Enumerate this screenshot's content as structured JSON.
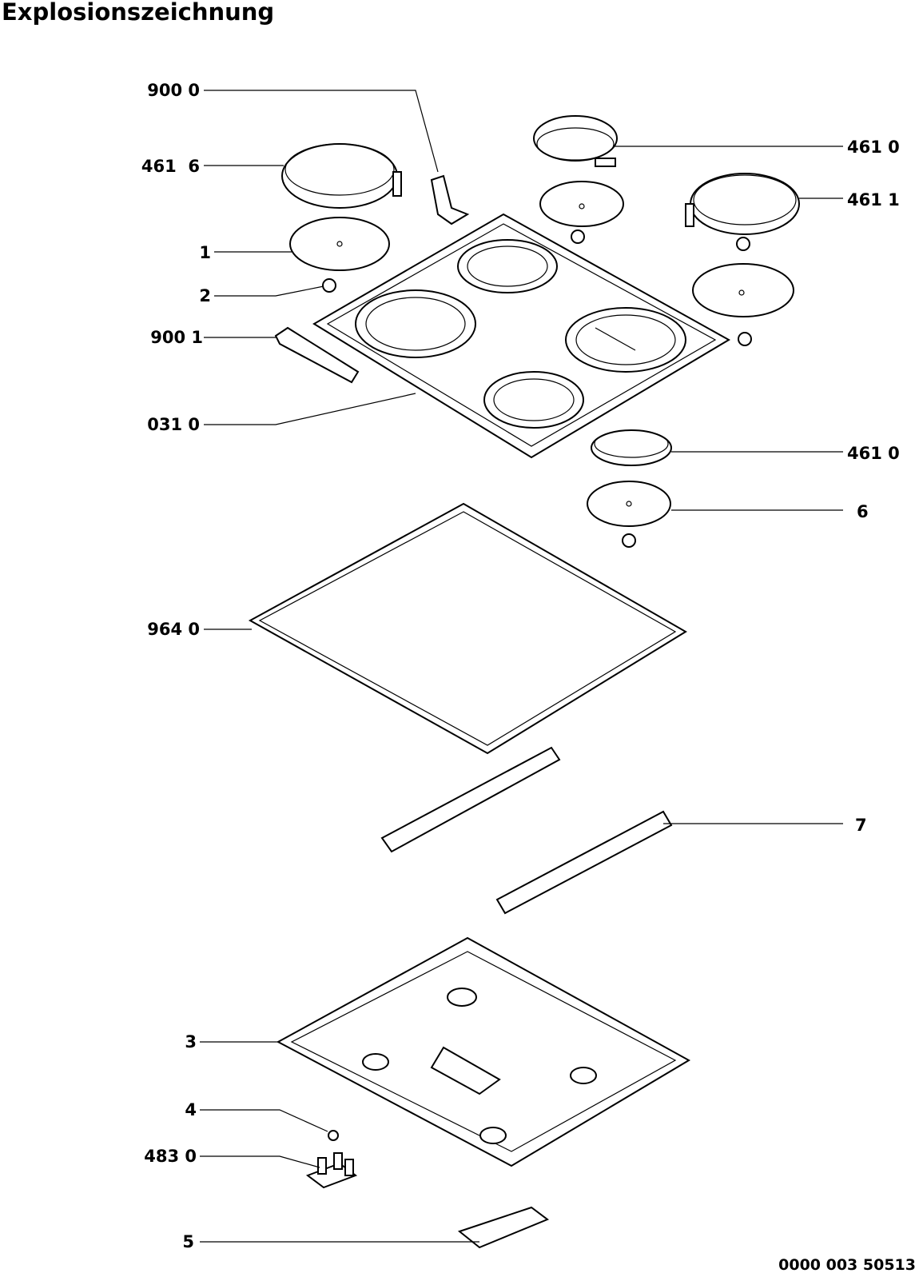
{
  "title": "Explosionszeichnung",
  "labels": {
    "l9000": "900 0",
    "l4616": "461  6",
    "l1": "1",
    "l2": "2",
    "l9001": "900 1",
    "l0310": "031 0",
    "l4610a": "461 0",
    "l4611": "461 1",
    "l4610b": "461 0",
    "l6": "6",
    "l9640": "964 0",
    "l7": "7",
    "l3": "3",
    "l4": "4",
    "l4830": "483 0",
    "l5": "5"
  },
  "document_number": "0000 003 50513"
}
